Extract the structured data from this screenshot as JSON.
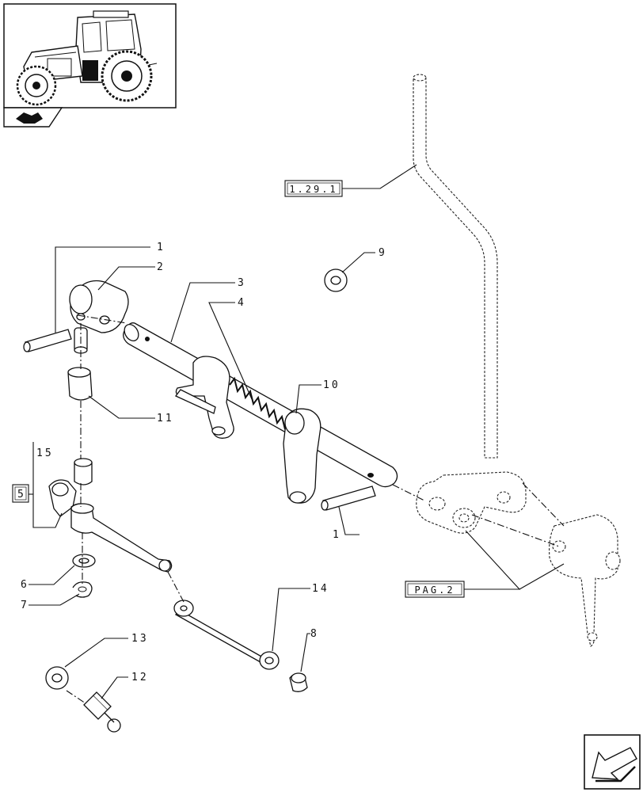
{
  "callouts": [
    {
      "id": "c1a",
      "text": "1"
    },
    {
      "id": "c2",
      "text": "2"
    },
    {
      "id": "c3",
      "text": "3"
    },
    {
      "id": "c4",
      "text": "4"
    },
    {
      "id": "c9",
      "text": "9"
    },
    {
      "id": "c10",
      "text": "10"
    },
    {
      "id": "c11",
      "text": "11"
    },
    {
      "id": "c15",
      "text": "15"
    },
    {
      "id": "c5",
      "text": "5"
    },
    {
      "id": "c1b",
      "text": "1"
    },
    {
      "id": "c6",
      "text": "6"
    },
    {
      "id": "c7",
      "text": "7"
    },
    {
      "id": "c14",
      "text": "14"
    },
    {
      "id": "c8",
      "text": "8"
    },
    {
      "id": "c13",
      "text": "13"
    },
    {
      "id": "c12",
      "text": "12"
    }
  ],
  "references": {
    "section_ref": "1.29.1",
    "page_ref": "PAG.2"
  },
  "icons": {
    "thumbnail": "tractor-thumbnail-icon",
    "section": "section-tab-icon",
    "navigation": "previous-page-arrow-icon"
  }
}
